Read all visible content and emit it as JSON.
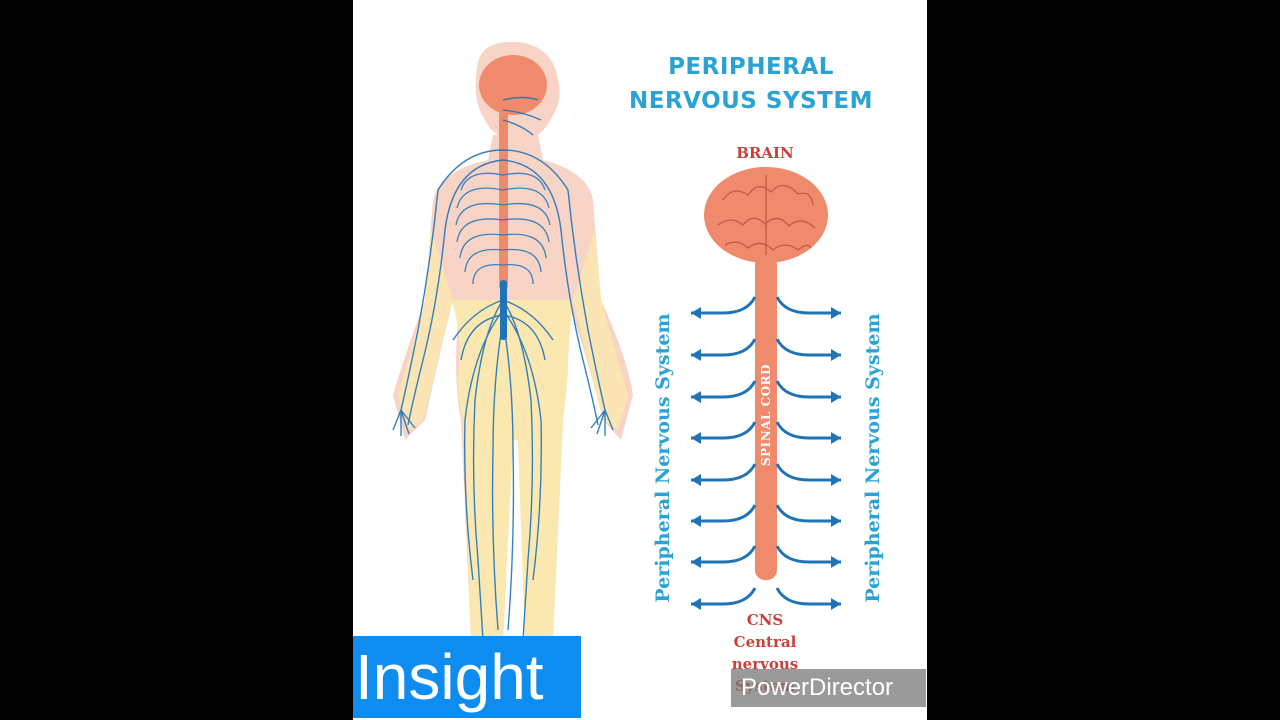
{
  "diagram": {
    "title_line1": "PERIPHERAL",
    "title_line2": "NERVOUS SYSTEM",
    "brain_label": "BRAIN",
    "spinal_cord_label": "SPINAL CORD",
    "left_side_label": "Peripheral Nervous System",
    "right_side_label": "Peripheral Nervous System",
    "cns_label": "CNS",
    "cns_full_line1": "Central",
    "cns_full_line2": "nervous",
    "cns_full_line3": "System",
    "colors": {
      "title_blue": "#2aa3d4",
      "label_red": "#c8423a",
      "nerve_blue": "#1f74b8",
      "cord_salmon": "#ef8a6c",
      "skin_pink": "#f8d4c6",
      "skin_yellow": "#fbe8b0"
    }
  },
  "overlay": {
    "insight_text": "Insight",
    "watermark_text": "PowerDirector",
    "badge_color": "#0f8cf0"
  }
}
